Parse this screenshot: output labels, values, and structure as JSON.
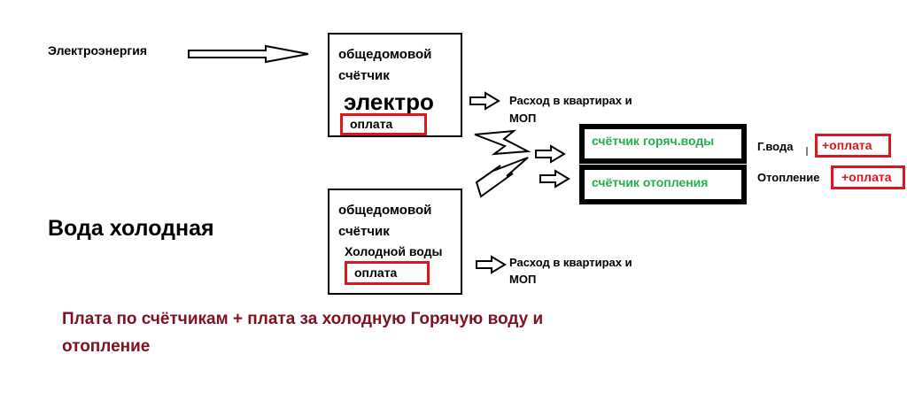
{
  "diagram": {
    "electricity_label": "Электроэнергия",
    "cold_water_label": "Вода холодная",
    "meter_elec": {
      "line1": "общедомовой",
      "line2": "счётчик",
      "type": "электро",
      "payment": "оплата"
    },
    "meter_water": {
      "line1": "общедомовой",
      "line2": "счётчик",
      "type": "Холодной воды",
      "payment": "оплата"
    },
    "usage_elec_line1": "Расход в квартирах и",
    "usage_elec_line2": "МОП",
    "usage_water_line1": "Расход в квартирах и",
    "usage_water_line2": "МОП",
    "hot_water_meter": "счётчик горяч.воды",
    "heating_meter": "счётчик отопления",
    "hot_water_label": "Г.вода",
    "heating_label": "Отопление",
    "hot_water_payment": "+оплата",
    "heating_payment": "+оплата",
    "footer_line1": "Плата по счётчикам + плата за холодную Горячую воду и",
    "footer_line2": "отопление"
  },
  "colors": {
    "accent_red": "#e0141e",
    "meter_green": "#22b14c",
    "footer_text": "#7f1120"
  }
}
